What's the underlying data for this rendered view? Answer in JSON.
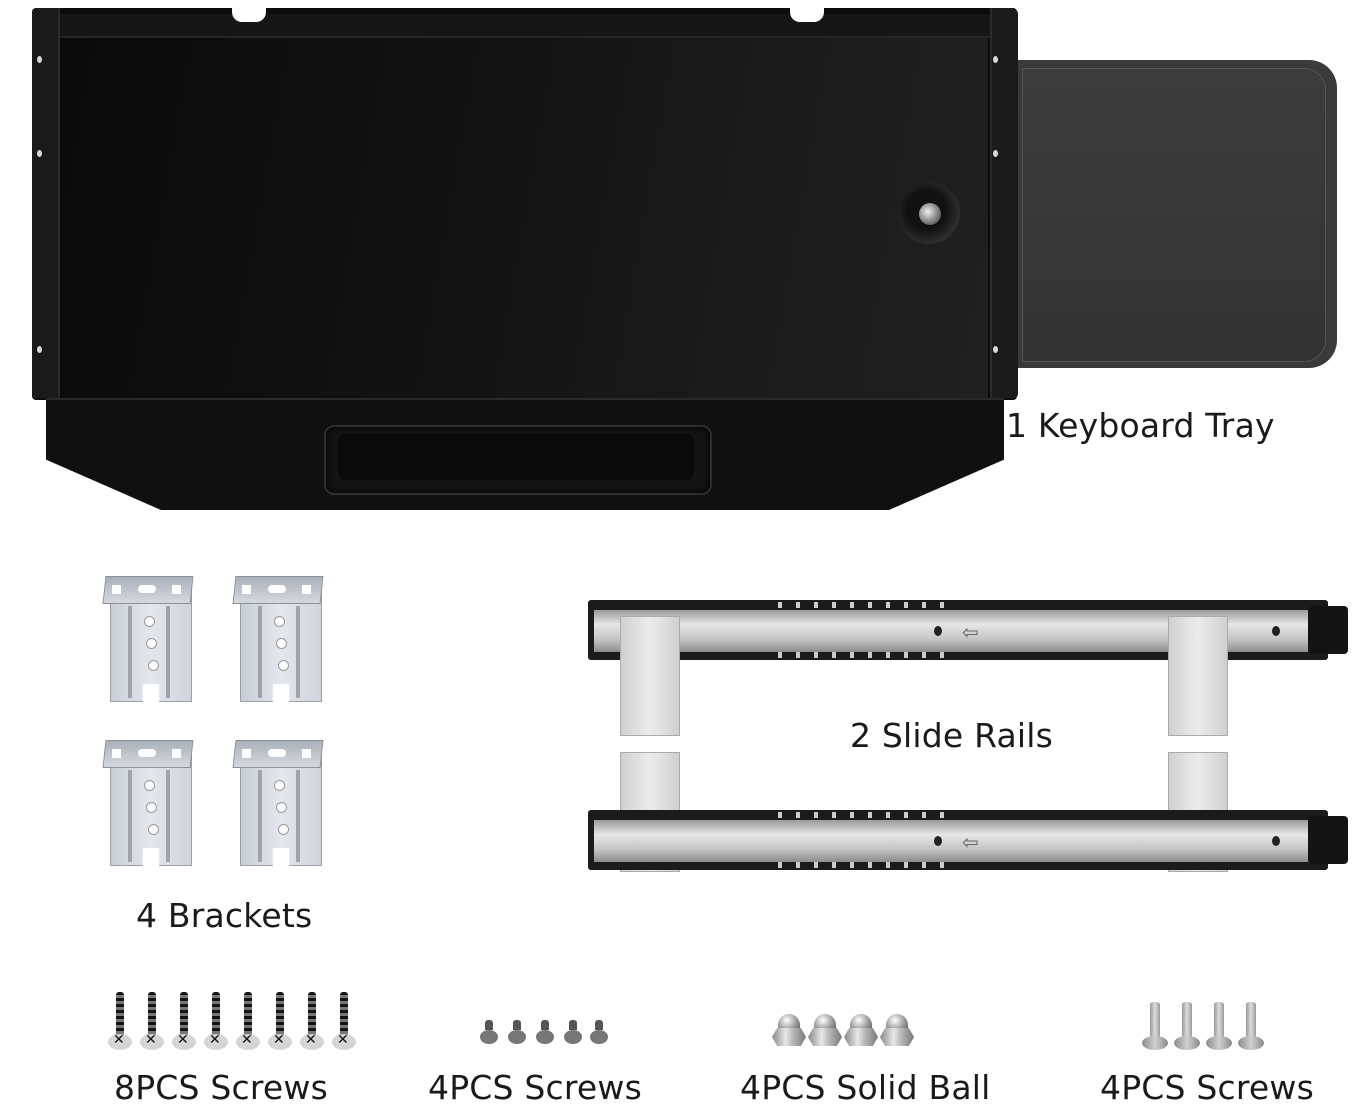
{
  "image": {
    "subject": "Keyboard tray kit contents",
    "background": "#ffffff"
  },
  "items": {
    "keyboard_tray": {
      "label": "1 Keyboard Tray",
      "color": "#0c0c0c",
      "mouse_pad_color": "#3a3a3a"
    },
    "slide_rails": {
      "label": "2 Slide Rails",
      "count": 2
    },
    "brackets": {
      "label": "4 Brackets",
      "count": 4
    },
    "screws_8": {
      "label": "8PCS Screws",
      "count": 8
    },
    "screws_4_small": {
      "label": "4PCS Screws",
      "count": 5
    },
    "solid_ball": {
      "label": "4PCS Solid Ball",
      "count": 4
    },
    "screws_4_bolt": {
      "label": "4PCS Screws",
      "count": 4
    }
  },
  "icons": {
    "rail_arrow": "⇦"
  }
}
